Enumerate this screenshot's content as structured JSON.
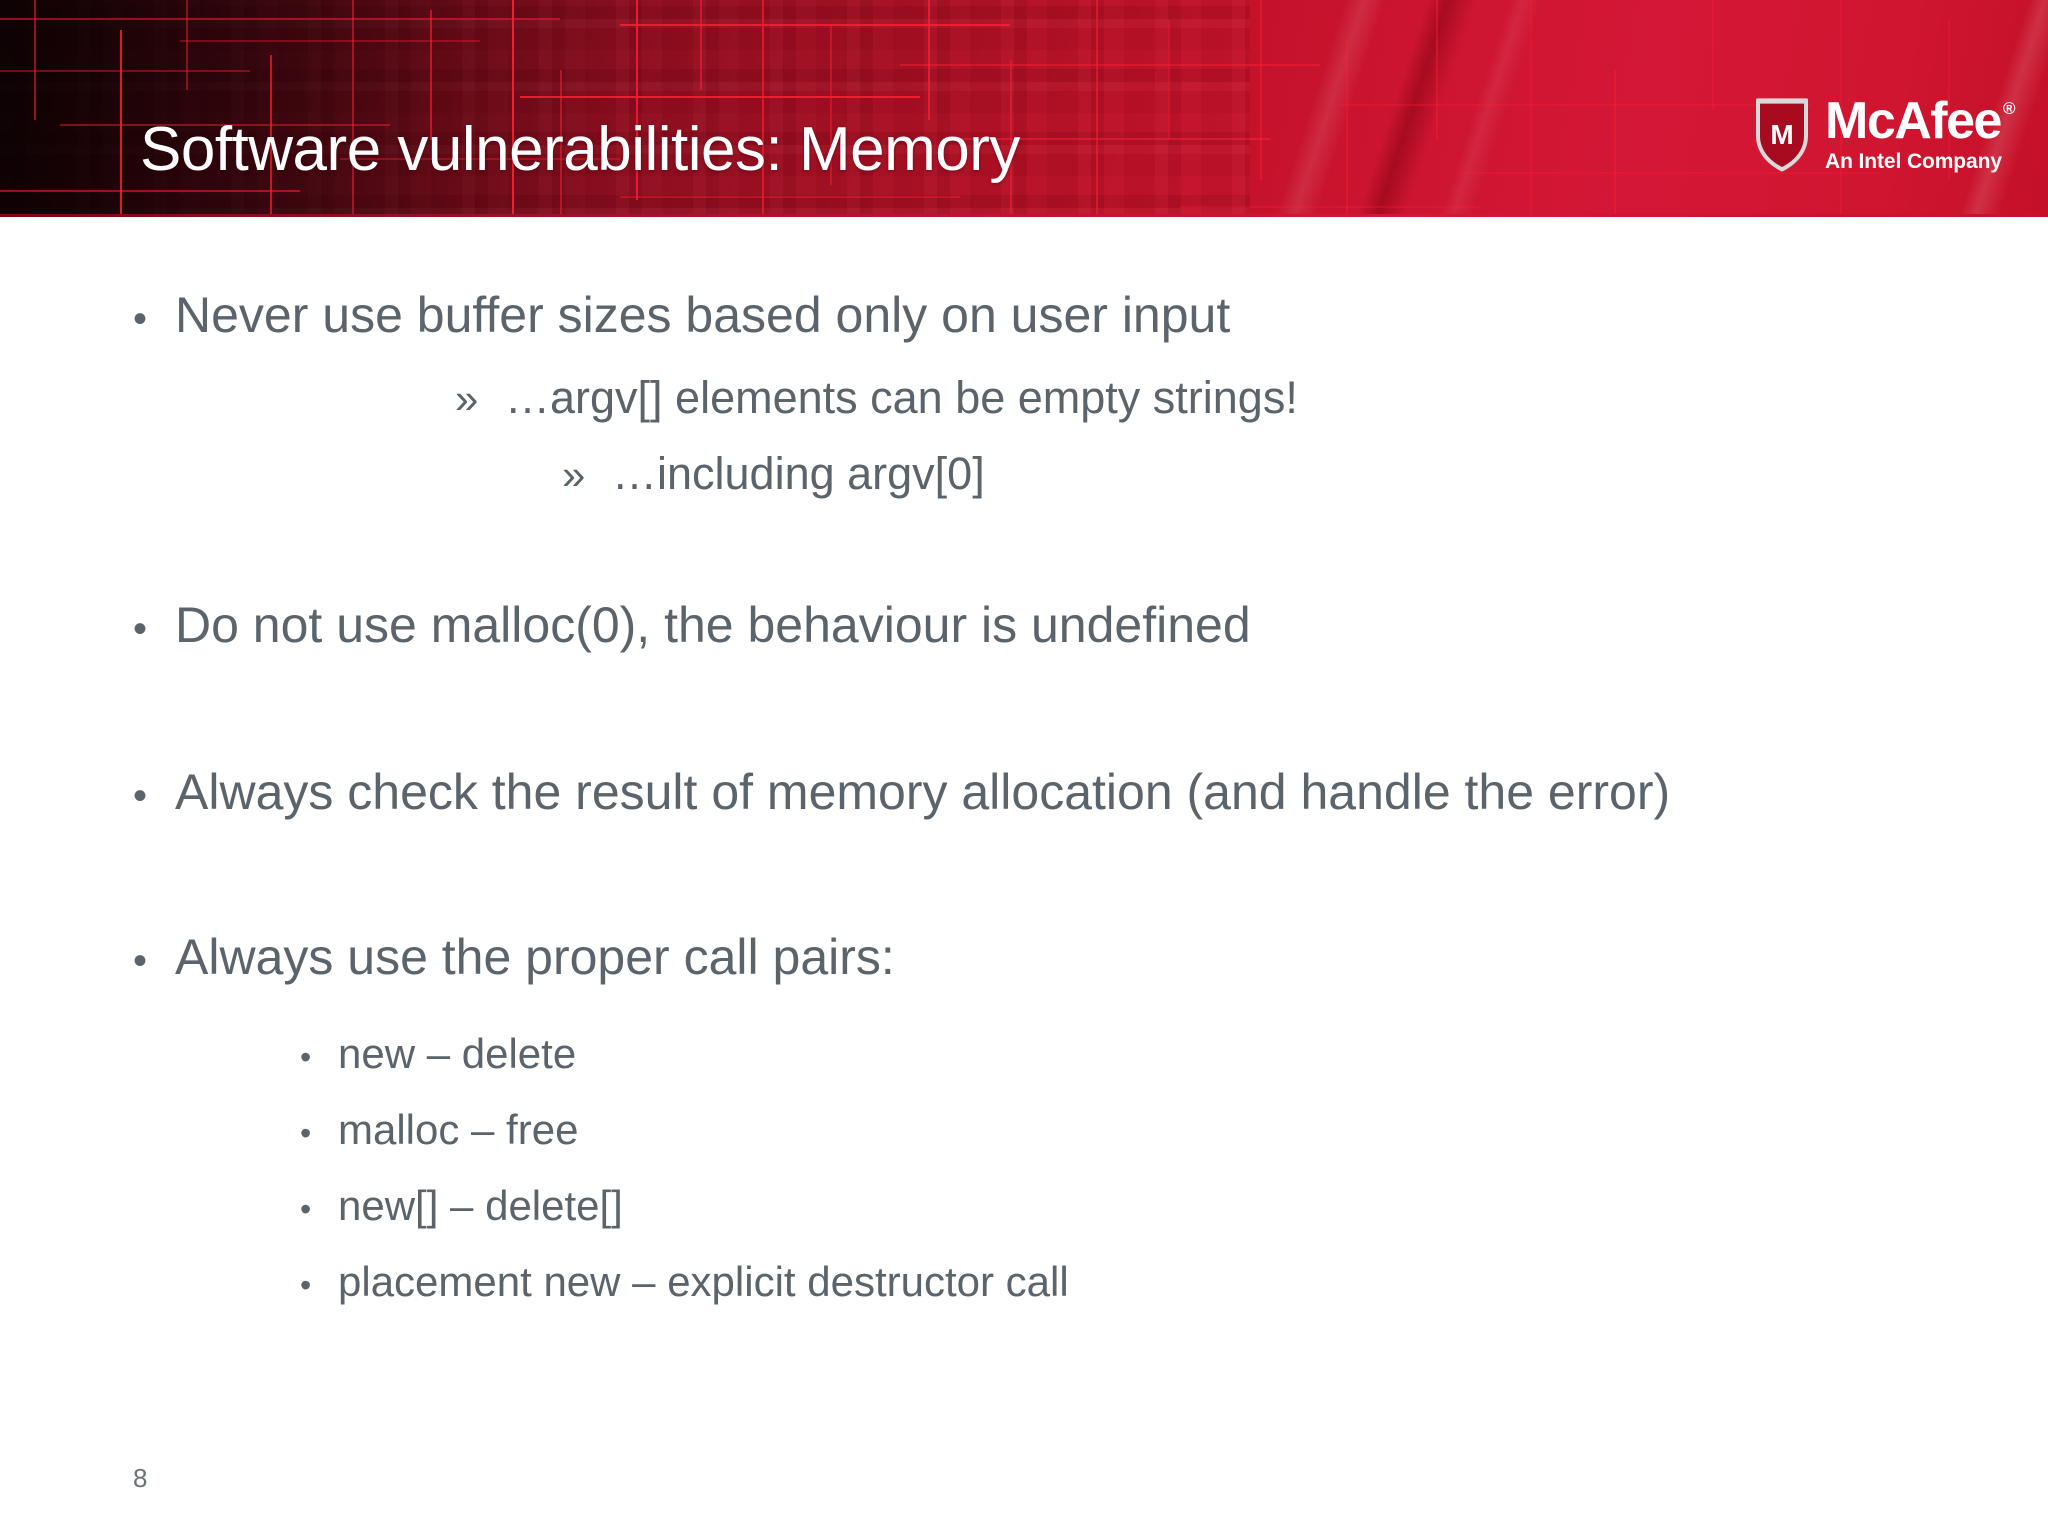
{
  "slide": {
    "title": "Software vulnerabilities: Memory",
    "page_number": "8",
    "brand": {
      "wordmark": "McAfee",
      "registered_mark": "®",
      "tagline": "An Intel Company",
      "shield_letter": "M",
      "banner_color_dark": "#2d0509",
      "banner_color_bright": "#d41736",
      "accent_line_color": "#ff1f33",
      "title_color": "#ffffff",
      "body_text_color": "#5b646a"
    },
    "bullets": [
      {
        "level": 1,
        "marker": "•",
        "text": "Never use buffer sizes based only on user input"
      },
      {
        "level": 2,
        "marker": "»",
        "text": "…argv[] elements can be empty strings!"
      },
      {
        "level": 3,
        "marker": "»",
        "text": "…including argv[0]"
      },
      {
        "level": 1,
        "marker": "•",
        "text": "Do not use malloc(0), the behaviour is undefined"
      },
      {
        "level": 1,
        "marker": "•",
        "text": "Always check the result of memory allocation (and handle the error)"
      },
      {
        "level": 1,
        "marker": "•",
        "text": "Always use the proper call pairs:"
      },
      {
        "level": 4,
        "marker": "•",
        "text": "new – delete"
      },
      {
        "level": 4,
        "marker": "•",
        "text": "malloc – free"
      },
      {
        "level": 4,
        "marker": "•",
        "text": "new[] – delete[]"
      },
      {
        "level": 4,
        "marker": "•",
        "text": "placement new – explicit destructor call"
      }
    ]
  }
}
